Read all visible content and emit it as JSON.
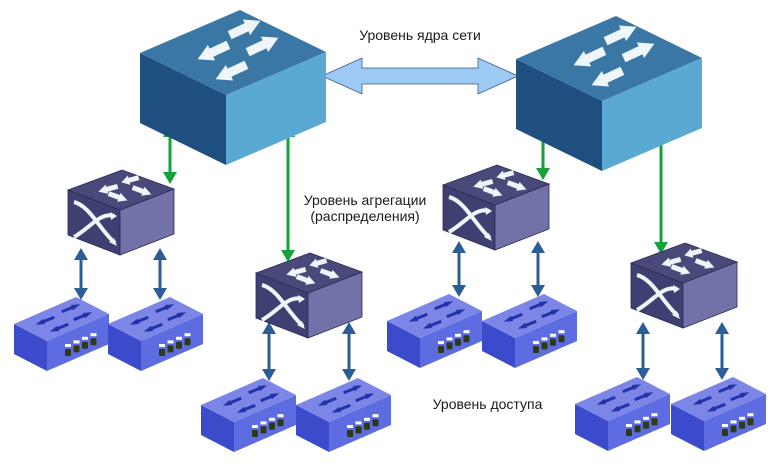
{
  "labels": {
    "core": "Уровень ядра сети",
    "aggregation_line1": "Уровень агрегации",
    "aggregation_line2": "(распределения)",
    "access": "Уровень доступа"
  },
  "colors": {
    "core_top": "#3a77a4",
    "core_left": "#1f4f7e",
    "core_right": "#5aa9d2",
    "agg_top": "#4a4a7a",
    "agg_left": "#3f3f72",
    "agg_right": "#7272a8",
    "access_top": "#7b86e6",
    "access_left": "#3b4bcc",
    "access_right": "#5d6ce0",
    "access_arrow": "#2233aa",
    "core_link_fill": "#9ccaf4",
    "core_link_stroke": "#3a5f8a",
    "green_link": "#16a23a",
    "blue_link": "#2b5e96",
    "icon_white": "#eef6fb"
  },
  "nodes": {
    "core": [
      {
        "id": "core-1",
        "label": "core-switch-left"
      },
      {
        "id": "core-2",
        "label": "core-switch-right"
      }
    ],
    "aggregation": [
      {
        "id": "agg-1"
      },
      {
        "id": "agg-2"
      },
      {
        "id": "agg-3"
      },
      {
        "id": "agg-4"
      }
    ],
    "access": [
      {
        "id": "acc-1",
        "ports": 4
      },
      {
        "id": "acc-2",
        "ports": 4
      },
      {
        "id": "acc-3",
        "ports": 4
      },
      {
        "id": "acc-4",
        "ports": 4
      },
      {
        "id": "acc-5",
        "ports": 4
      },
      {
        "id": "acc-6",
        "ports": 4
      },
      {
        "id": "acc-7",
        "ports": 4
      },
      {
        "id": "acc-8",
        "ports": 4
      }
    ]
  },
  "links": [
    {
      "from": "core-1",
      "to": "core-2",
      "type": "core-interconnect"
    },
    {
      "from": "core-1",
      "to": "agg-1",
      "type": "uplink"
    },
    {
      "from": "core-1",
      "to": "agg-2",
      "type": "uplink"
    },
    {
      "from": "core-2",
      "to": "agg-3",
      "type": "uplink"
    },
    {
      "from": "core-2",
      "to": "agg-4",
      "type": "uplink"
    },
    {
      "from": "agg-1",
      "to": "acc-1",
      "type": "access"
    },
    {
      "from": "agg-1",
      "to": "acc-2",
      "type": "access"
    },
    {
      "from": "agg-2",
      "to": "acc-3",
      "type": "access"
    },
    {
      "from": "agg-2",
      "to": "acc-4",
      "type": "access"
    },
    {
      "from": "agg-3",
      "to": "acc-5",
      "type": "access"
    },
    {
      "from": "agg-3",
      "to": "acc-6",
      "type": "access"
    },
    {
      "from": "agg-4",
      "to": "acc-7",
      "type": "access"
    },
    {
      "from": "agg-4",
      "to": "acc-8",
      "type": "access"
    }
  ]
}
